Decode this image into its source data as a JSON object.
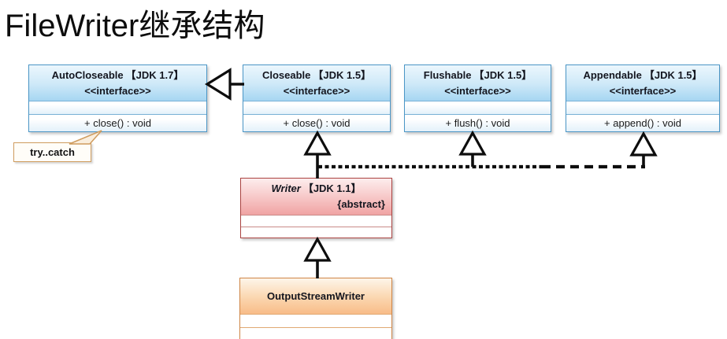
{
  "title": "FileWriter继承结构",
  "note": {
    "label": "try..catch"
  },
  "classes": [
    {
      "name": "AutoCloseable",
      "jdk": "【JDK 1.7】",
      "stereotype": "<<interface>>",
      "method": "+ close() : void"
    },
    {
      "name": "Closeable",
      "jdk": "【JDK 1.5】",
      "stereotype": "<<interface>>",
      "method": "+ close() : void"
    },
    {
      "name": "Flushable",
      "jdk": "【JDK 1.5】",
      "stereotype": "<<interface>>",
      "method": "+ flush() : void"
    },
    {
      "name": "Appendable",
      "jdk": "【JDK 1.5】",
      "stereotype": "<<interface>>",
      "method": "+ append() : void"
    },
    {
      "name": "Writer",
      "jdk": "【JDK 1.1】",
      "modifier": "{abstract}"
    },
    {
      "name": "OutputStreamWriter"
    }
  ],
  "relations": [
    {
      "from": "Closeable",
      "to": "AutoCloseable",
      "type": "generalization-solid-hollow-triangle"
    },
    {
      "from": "Writer",
      "to": "Closeable",
      "type": "realization-dashed-hollow-triangle"
    },
    {
      "from": "Writer",
      "to": "Flushable",
      "type": "realization-dashed-hollow-triangle"
    },
    {
      "from": "Writer",
      "to": "Appendable",
      "type": "realization-dashed-hollow-triangle"
    },
    {
      "from": "OutputStreamWriter",
      "to": "Writer",
      "type": "generalization-solid-hollow-triangle"
    },
    {
      "from": "try..catch note",
      "to": "AutoCloseable + close() : void",
      "type": "note-callout"
    }
  ],
  "colors": {
    "interface_border": "#4b96c6",
    "interface_header_top": "#ecf7fd",
    "interface_header_bottom": "#a6d6f2",
    "abstract_border": "#aa4341",
    "abstract_header_top": "#fdeded",
    "abstract_header_bottom": "#f0a3a3",
    "class_border": "#d08646",
    "class_header_top": "#fdf5e9",
    "class_header_bottom": "#f8bc88",
    "note_border": "#cf9c5e",
    "connector": "#0d0d0d"
  }
}
